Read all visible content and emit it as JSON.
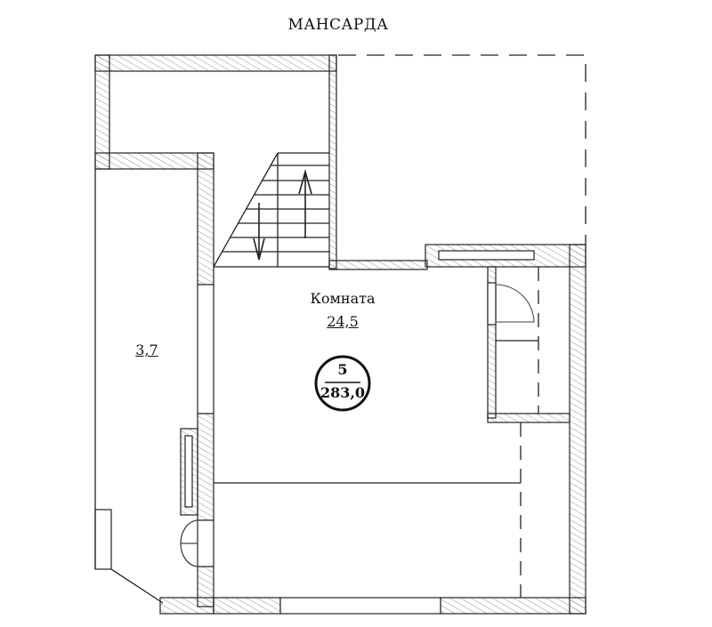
{
  "title": "МАНСАРДА",
  "room": {
    "name": "Комната",
    "area": "24,5"
  },
  "left_room": {
    "area": "3,7"
  },
  "badge": {
    "number": "5",
    "total_area": "283,0"
  }
}
